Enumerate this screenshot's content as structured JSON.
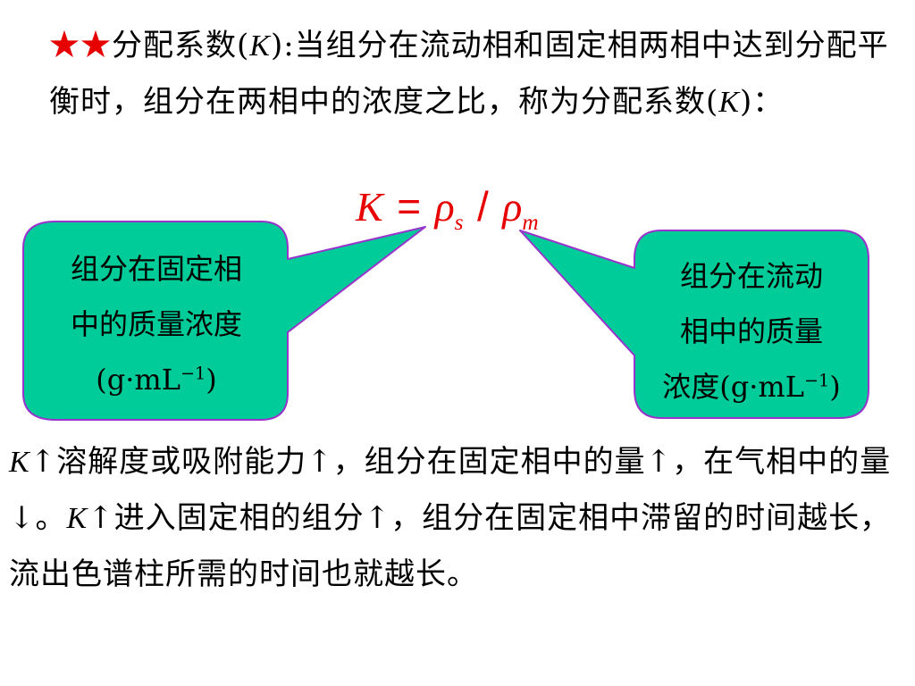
{
  "intro": {
    "stars": "★★",
    "text_1": "分配系数(",
    "k_symbol": "K",
    "text_2": "):当组分在流动相和固定相两相中达到分配平衡时，组分在两相中的浓度之比，称为分配系数(",
    "text_3": ")："
  },
  "formula": {
    "K": "K",
    "equals": "=",
    "rho_1": "ρ",
    "sub_s": "s",
    "slash": "/",
    "rho_2": "ρ",
    "sub_m": "m"
  },
  "callout_left": {
    "line_1": "组分在固定相",
    "line_2": "中的质量浓度",
    "unit_prefix": "(g·mL",
    "unit_exp": "−1",
    "unit_suffix": ")"
  },
  "callout_right": {
    "line_1": "组分在流动",
    "line_2": "相中的质量",
    "line_3_prefix": "浓度(g·mL",
    "unit_exp": "−1",
    "unit_suffix": ")"
  },
  "body": {
    "k1": "K",
    "arrow_up_1": "↑",
    "text_1": "溶解度或吸附能力",
    "arrow_up_2": "↑",
    "text_2": "，组分在固定相中的量",
    "arrow_up_3": "↑",
    "text_3": "，在气相中的量",
    "arrow_down": "↓",
    "text_4": "。",
    "k2": "K",
    "arrow_up_4": "↑",
    "text_5": "进入固定相的组分",
    "arrow_up_5": "↑",
    "text_6": "，组分在固定相中滞留的时间越长，流出色谱柱所需的时间也就越长。"
  },
  "colors": {
    "accent_red": "#e60000",
    "callout_fill": "#00cc99",
    "callout_border": "#9933cc"
  }
}
